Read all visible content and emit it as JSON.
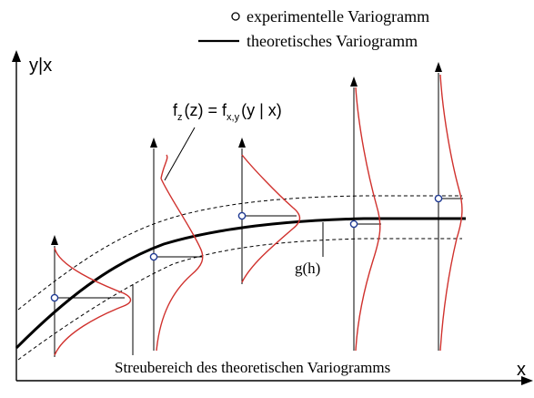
{
  "legend": {
    "experimental_label": "experimentelle Variogramm",
    "theoretical_label": "theoretisches Variogramm"
  },
  "axes": {
    "y_label": "y|x",
    "x_label": "x"
  },
  "formula": {
    "f": "f",
    "z_sub": "z",
    "z_arg": "(z) = f",
    "xy_sub": "x,y",
    "cond": "(y | x)"
  },
  "curve_label": "g(h)",
  "band_label": "Streubereich des theoretischen Variogramms",
  "colors": {
    "density": "#d0312d",
    "marker": "#1f3a93",
    "ink": "#000000"
  }
}
